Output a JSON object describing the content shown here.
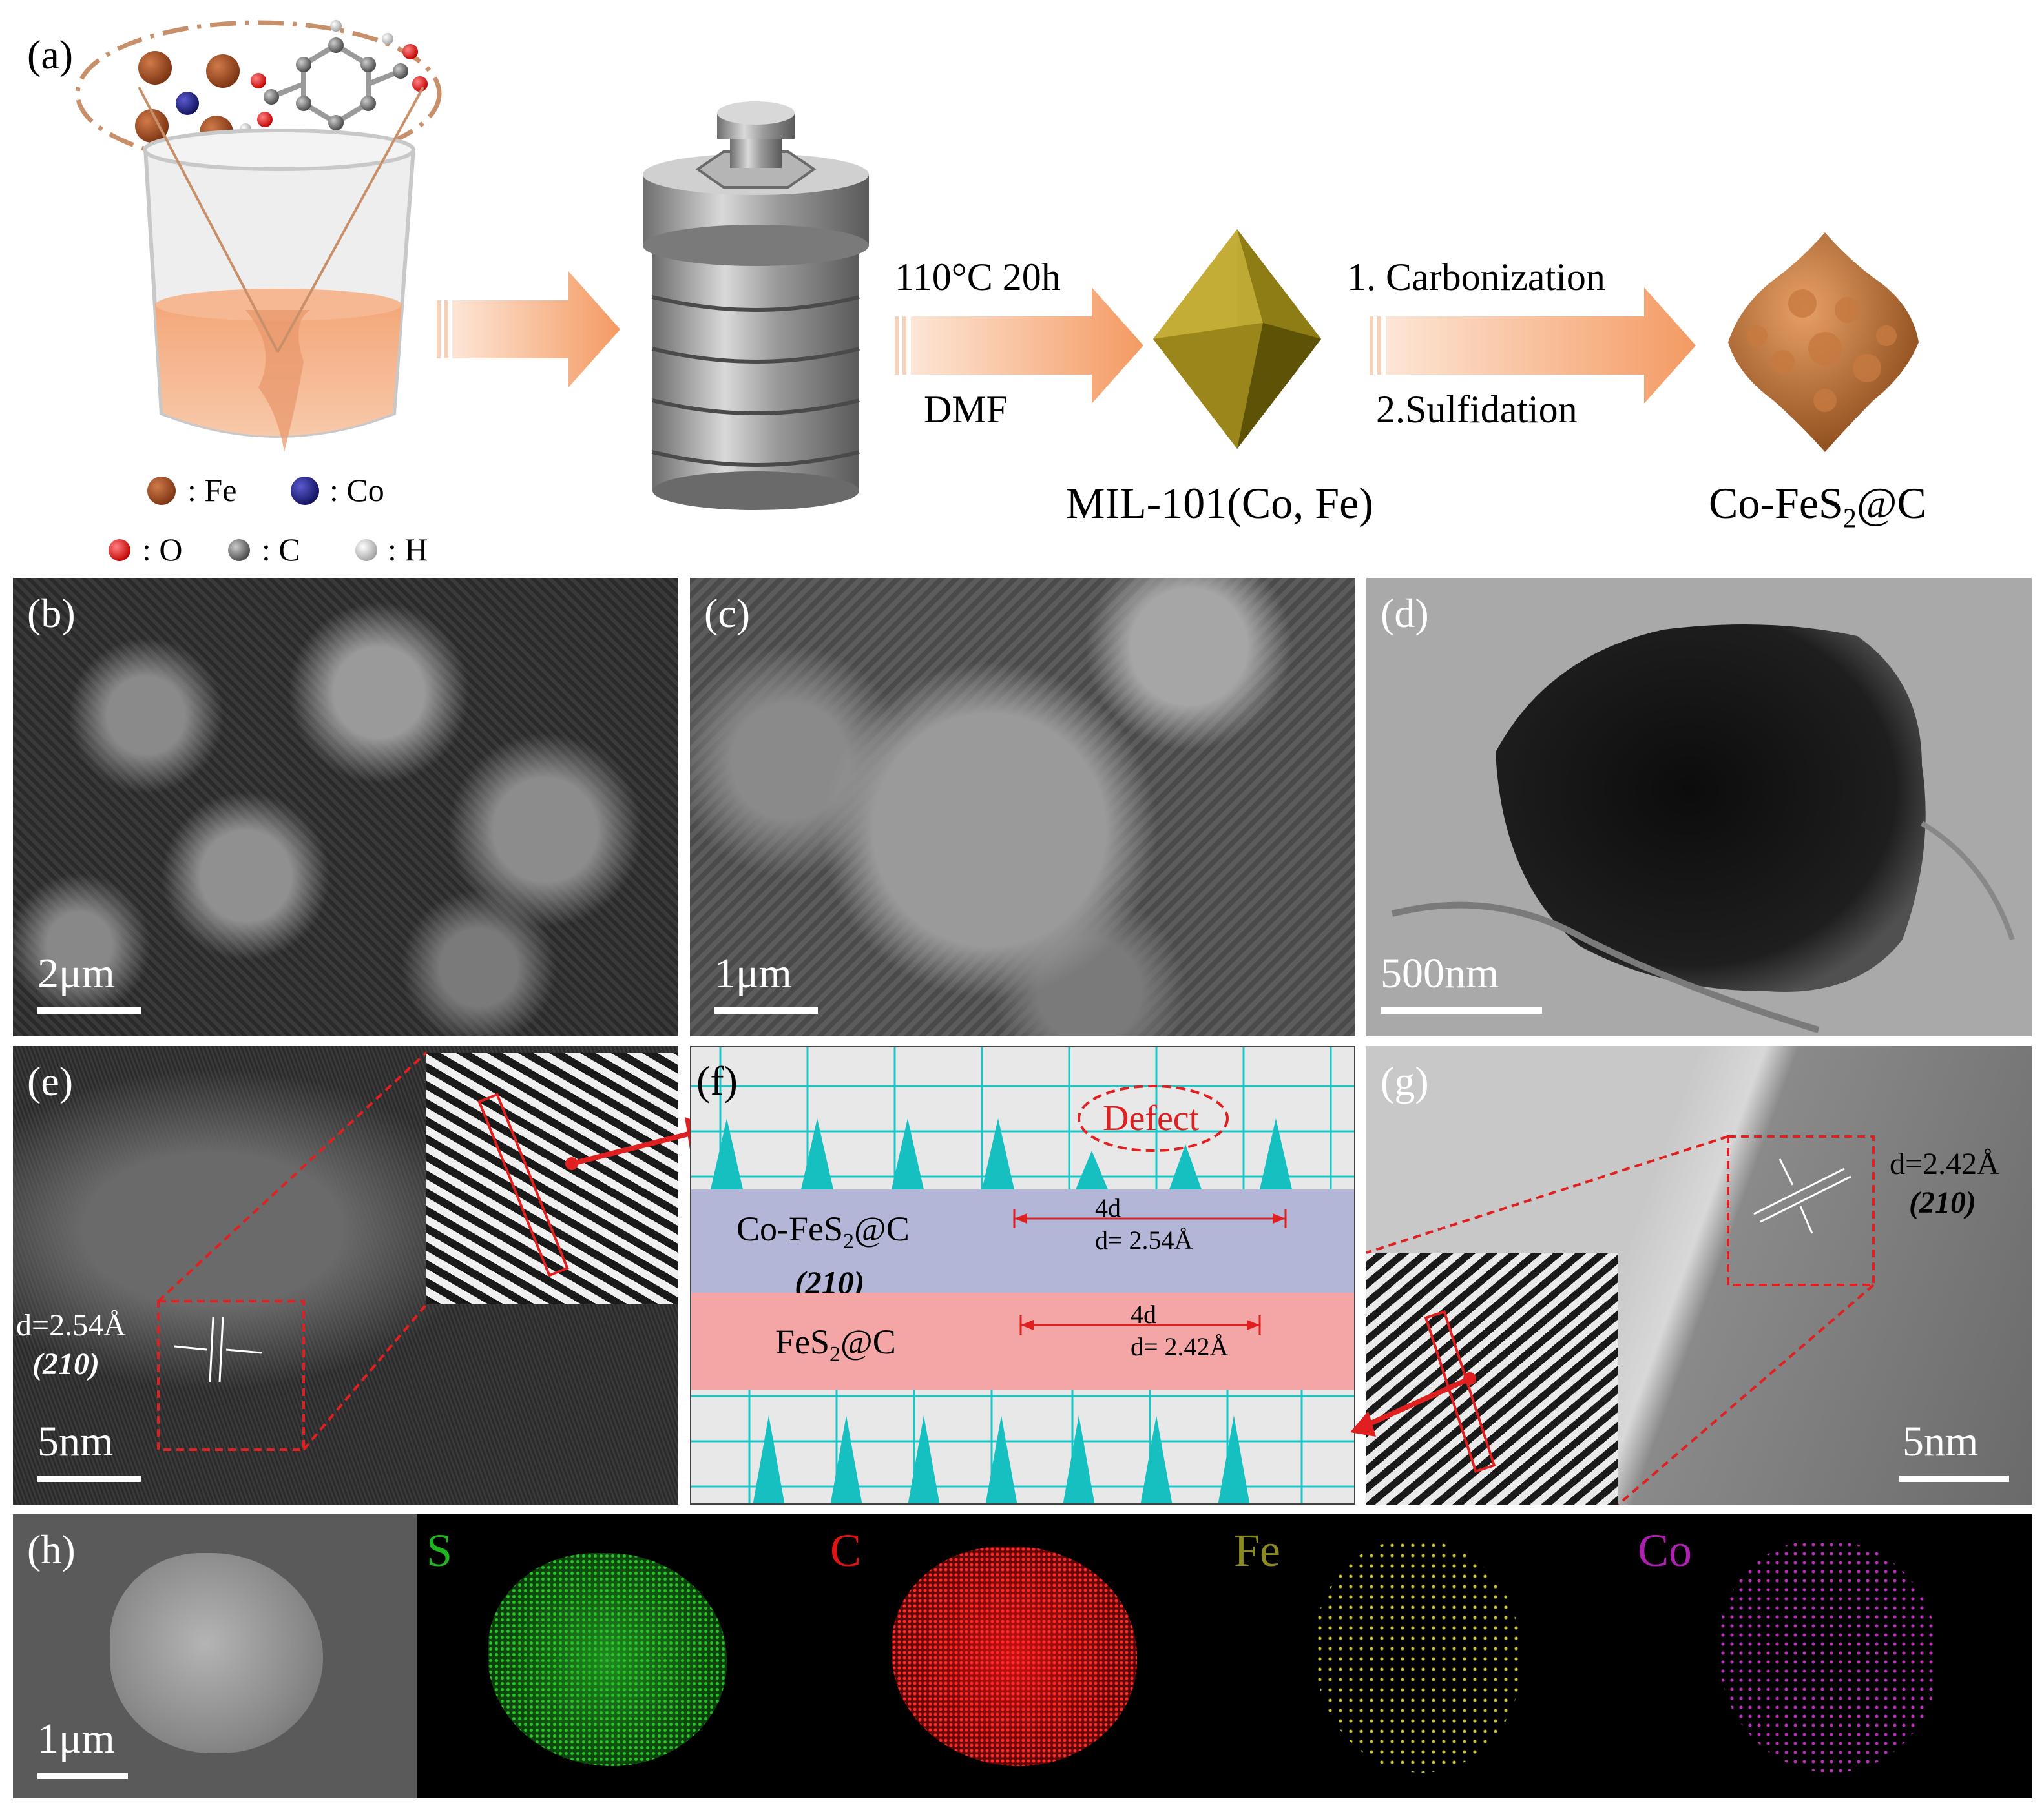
{
  "panel_a": {
    "label": "(a)",
    "legend": {
      "fe": ": Fe",
      "co": ": Co",
      "o": ": O",
      "c": ": C",
      "h": ": H"
    },
    "step1": {
      "top": "110°C 20h",
      "bottom": "DMF"
    },
    "step2": {
      "top": "1. Carbonization",
      "bottom": "2.Sulfidation"
    },
    "mof_label": "MIL-101(Co, Fe)",
    "product_label_pre": "Co-FeS",
    "product_label_sub": "2",
    "product_label_post": "@C"
  },
  "panel_b": {
    "label": "(b)",
    "scale": "2μm"
  },
  "panel_c": {
    "label": "(c)",
    "scale": "1μm"
  },
  "panel_d": {
    "label": "(d)",
    "scale": "500nm"
  },
  "panel_e": {
    "label": "(e)",
    "dspacing": "d=2.54Å",
    "plane": "(210)",
    "scale": "5nm"
  },
  "panel_f": {
    "label": "(f)",
    "defect": "Defect",
    "top_name_pre": "Co-FeS",
    "top_name_sub": "2",
    "top_name_post": "@C",
    "top_4d": "4d",
    "top_d": "d= 2.54Å",
    "plane": "(210)",
    "bottom_name_pre": "FeS",
    "bottom_name_sub": "2",
    "bottom_name_post": "@C",
    "bottom_4d": "4d",
    "bottom_d": "d= 2.42Å"
  },
  "panel_g": {
    "label": "(g)",
    "dspacing": "d=2.42Å",
    "plane": "(210)",
    "scale": "5nm"
  },
  "panel_h": {
    "label": "(h)",
    "scale": "1μm",
    "maps": [
      {
        "element": "S",
        "color": "#1fb51f"
      },
      {
        "element": "C",
        "color": "#e01414"
      },
      {
        "element": "Fe",
        "color": "#8a8a20"
      },
      {
        "element": "Co",
        "color": "#b020b0"
      }
    ]
  },
  "colors": {
    "arrow": "#f3a873",
    "red_marker": "#e02020",
    "cyan": "#18c8c8"
  }
}
